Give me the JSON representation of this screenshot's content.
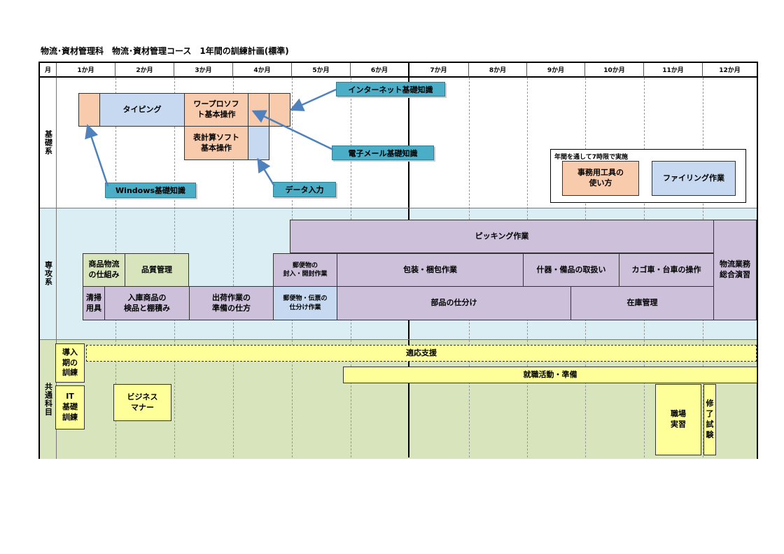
{
  "title": "物流･資材管理科　物流･資材管理コース　1年間の訓練計画(標準)",
  "header": {
    "month_label": "月",
    "months": [
      "1か月",
      "2か月",
      "3か月",
      "4か月",
      "5か月",
      "6か月",
      "7か月",
      "8か月",
      "9か月",
      "10か月",
      "11か月",
      "12か月"
    ]
  },
  "categories": {
    "basic": "基礎系",
    "major": "専攻系",
    "common": "共通科目"
  },
  "basic": {
    "typing": "タイピング",
    "word": "ワープロソフ\nト基本操作",
    "spreadsheet": "表計算ソフト\n基本操作",
    "callout_internet": "インターネット基礎知識",
    "callout_email": "電子メール基礎知識",
    "callout_windows": "Windows基礎知識",
    "callout_data": "データ入力",
    "yearlong_note": "年間を通して7時限で実施",
    "office_tools": "事務用工具の\n使い方",
    "filing": "ファイリング作業"
  },
  "major": {
    "picking": "ピッキング作業",
    "logistics_mechanism": "商品物流\nの仕組み",
    "quality": "品質管理",
    "mail_opening": "郵便物の\n封入・開封作業",
    "packing": "包装・梱包作業",
    "fixtures": "什器・備品の取扱い",
    "carts": "カゴ車・台車の操作",
    "comprehensive": "物流業務\n総合演習",
    "cleaning": "清掃\n用具",
    "receiving": "入庫商品の\n検品と棚積み",
    "shipping": "出荷作業の\n準備の仕方",
    "mail_sorting": "郵便物・伝票の\n仕分け作業",
    "parts_sorting": "部品の仕分け",
    "inventory": "在庫管理"
  },
  "common": {
    "intro": "導入\n期の\n訓練",
    "adaptation": "適応支援",
    "job_hunting": "就職活動・準備",
    "it_basic": "IT\n基礎\n訓練",
    "business_manner": "ビジネス\nマナー",
    "internship": "職場\n実習",
    "completion": "修\n了\n試\n験"
  },
  "colors": {
    "orange": "#f8cbad",
    "blue": "#c6d9f0",
    "purple": "#ccc0da",
    "green": "#d7e4bc",
    "yellow": "#ffff99",
    "callout": "#4badc6",
    "band_major": "#dbeef3",
    "band_common": "#d7e4bc",
    "arrow": "#4f81bd"
  }
}
